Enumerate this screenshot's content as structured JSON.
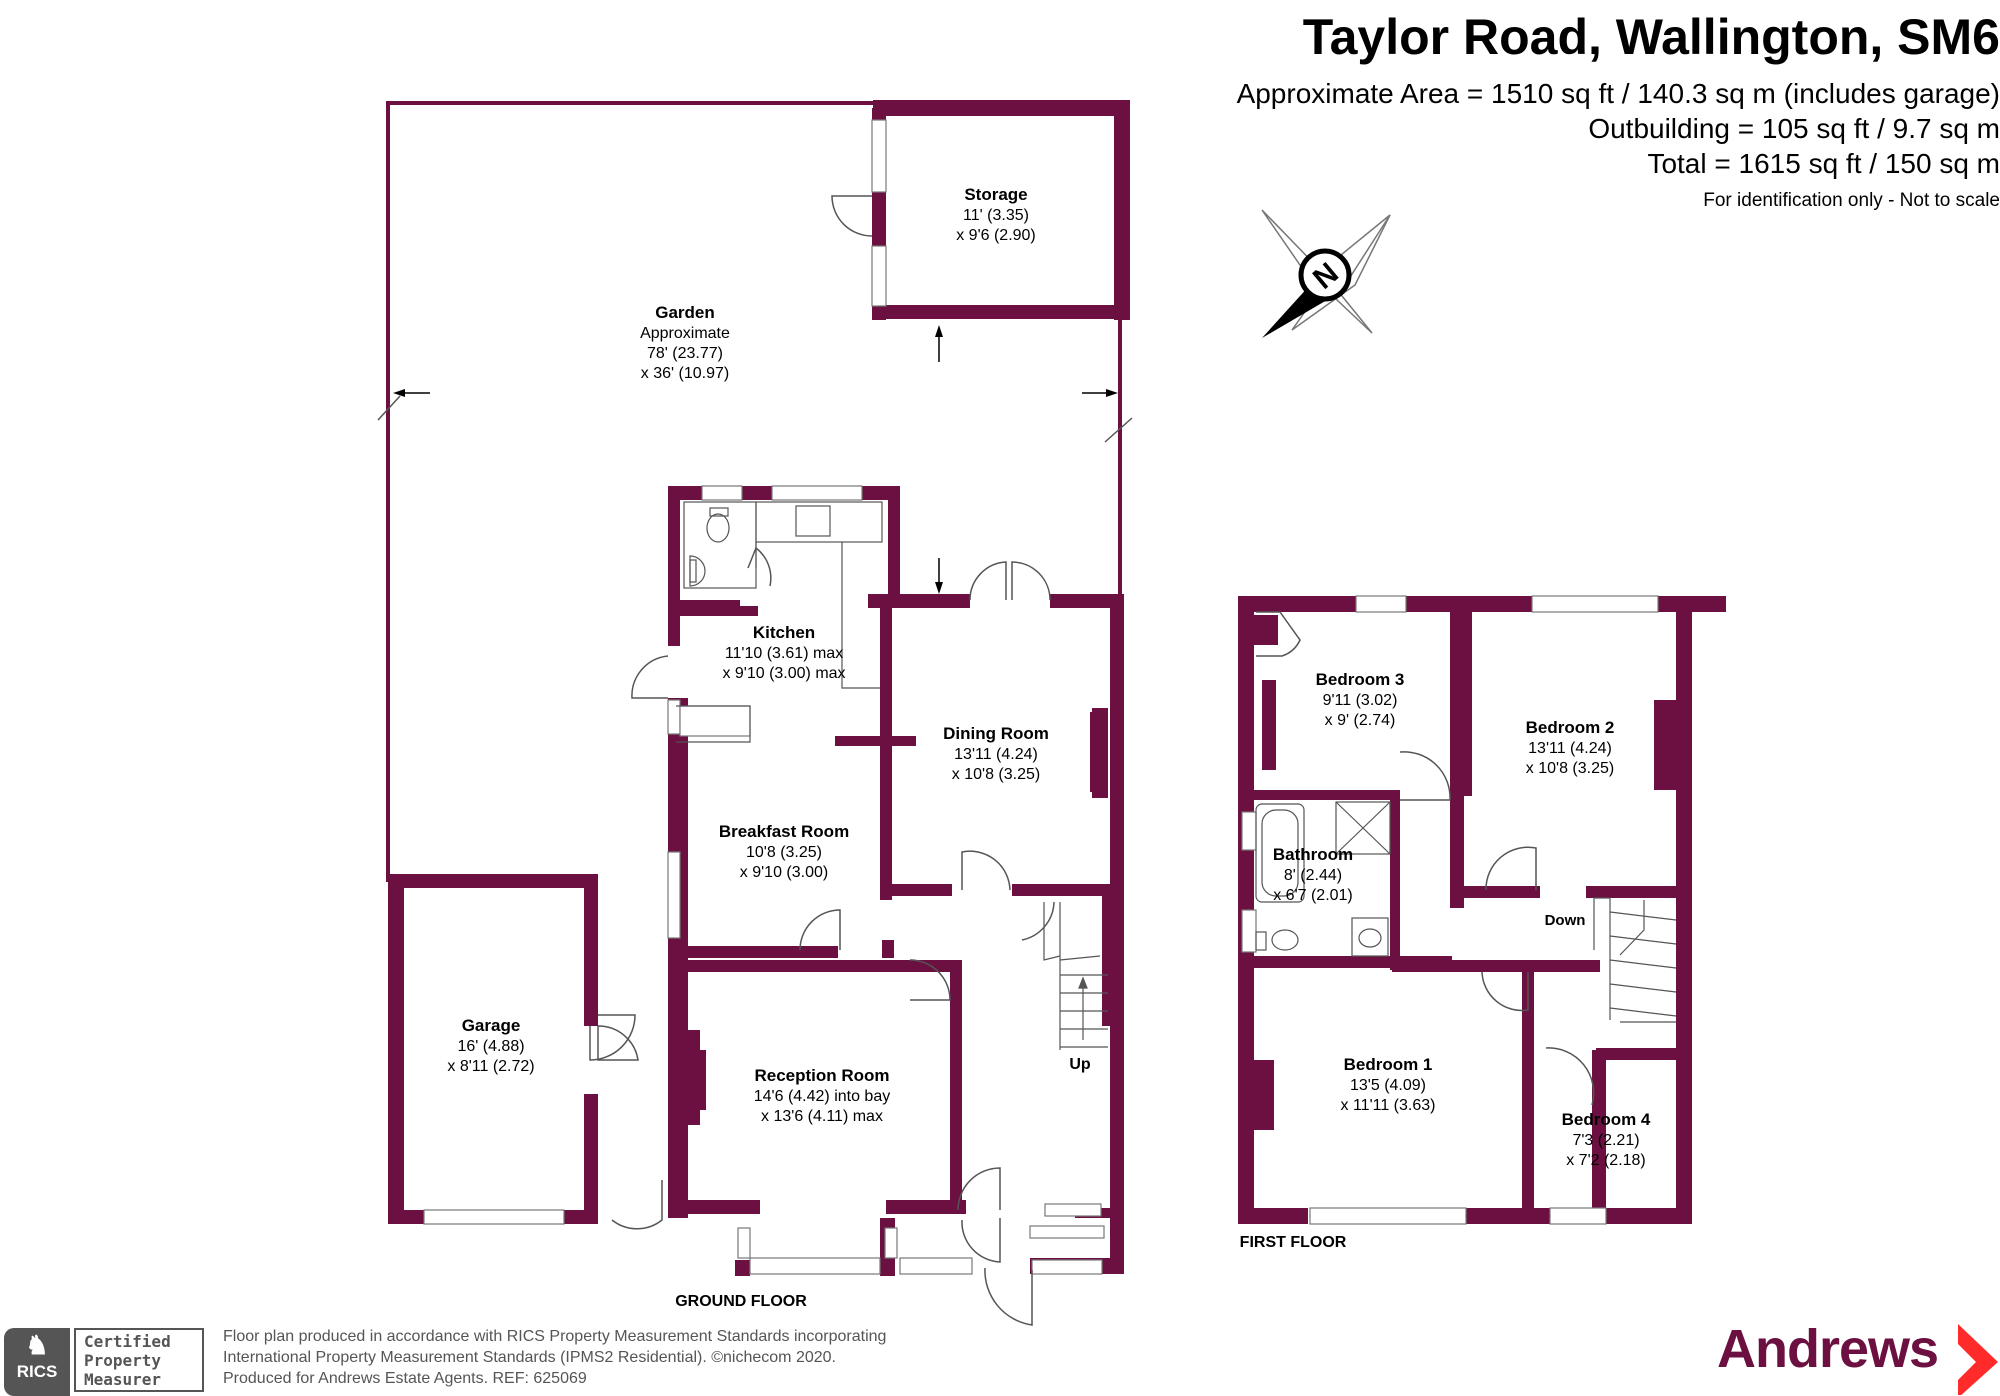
{
  "header": {
    "title": "Taylor Road, Wallington, SM6",
    "area": "Approximate Area = 1510 sq ft / 140.3 sq m (includes garage)",
    "outbuilding": "Outbuilding = 105 sq ft / 9.7 sq m",
    "total": "Total = 1615 sq ft / 150 sq m",
    "note": "For identification only - Not to scale"
  },
  "compass": {
    "label": "N"
  },
  "rooms": {
    "storage": {
      "name": "Storage",
      "d1": "11' (3.35)",
      "d2": "x 9'6 (2.90)"
    },
    "garden": {
      "name": "Garden",
      "d0": "Approximate",
      "d1": "78' (23.77)",
      "d2": "x 36' (10.97)"
    },
    "kitchen": {
      "name": "Kitchen",
      "d1": "11'10 (3.61) max",
      "d2": "x 9'10 (3.00) max"
    },
    "dining": {
      "name": "Dining Room",
      "d1": "13'11 (4.24)",
      "d2": "x 10'8 (3.25)"
    },
    "breakfast": {
      "name": "Breakfast Room",
      "d1": "10'8 (3.25)",
      "d2": "x 9'10 (3.00)"
    },
    "garage": {
      "name": "Garage",
      "d1": "16' (4.88)",
      "d2": "x 8'11 (2.72)"
    },
    "reception": {
      "name": "Reception Room",
      "d1": "14'6 (4.42) into bay",
      "d2": "x 13'6 (4.11) max"
    },
    "bedroom3": {
      "name": "Bedroom 3",
      "d1": "9'11 (3.02)",
      "d2": "x 9' (2.74)"
    },
    "bedroom2": {
      "name": "Bedroom 2",
      "d1": "13'11 (4.24)",
      "d2": "x 10'8 (3.25)"
    },
    "bathroom": {
      "name": "Bathroom",
      "d1": "8' (2.44)",
      "d2": "x 6'7 (2.01)"
    },
    "bedroom1": {
      "name": "Bedroom 1",
      "d1": "13'5 (4.09)",
      "d2": "x 11'11 (3.63)"
    },
    "bedroom4": {
      "name": "Bedroom 4",
      "d1": "7'3 (2.21)",
      "d2": "x 7'2 (2.18)"
    }
  },
  "stairs": {
    "up": "Up",
    "down": "Down"
  },
  "floors": {
    "ground": "GROUND FLOOR",
    "first": "FIRST FLOOR"
  },
  "footer": {
    "line1": "Floor plan produced in accordance with RICS Property Measurement Standards incorporating",
    "line2": "International Property Measurement Standards (IPMS2 Residential).   ©nichecom 2020.",
    "line3": "Produced for Andrews Estate Agents.   REF:   625069"
  },
  "rics": {
    "badge": "RICS",
    "cert1": "Certified",
    "cert2": "Property",
    "cert3": "Measurer"
  },
  "brand": {
    "name": "Andrews"
  },
  "colors": {
    "wall": "#6b1040",
    "brand": "#6b1040",
    "text": "#000000",
    "footer": "#555555"
  }
}
